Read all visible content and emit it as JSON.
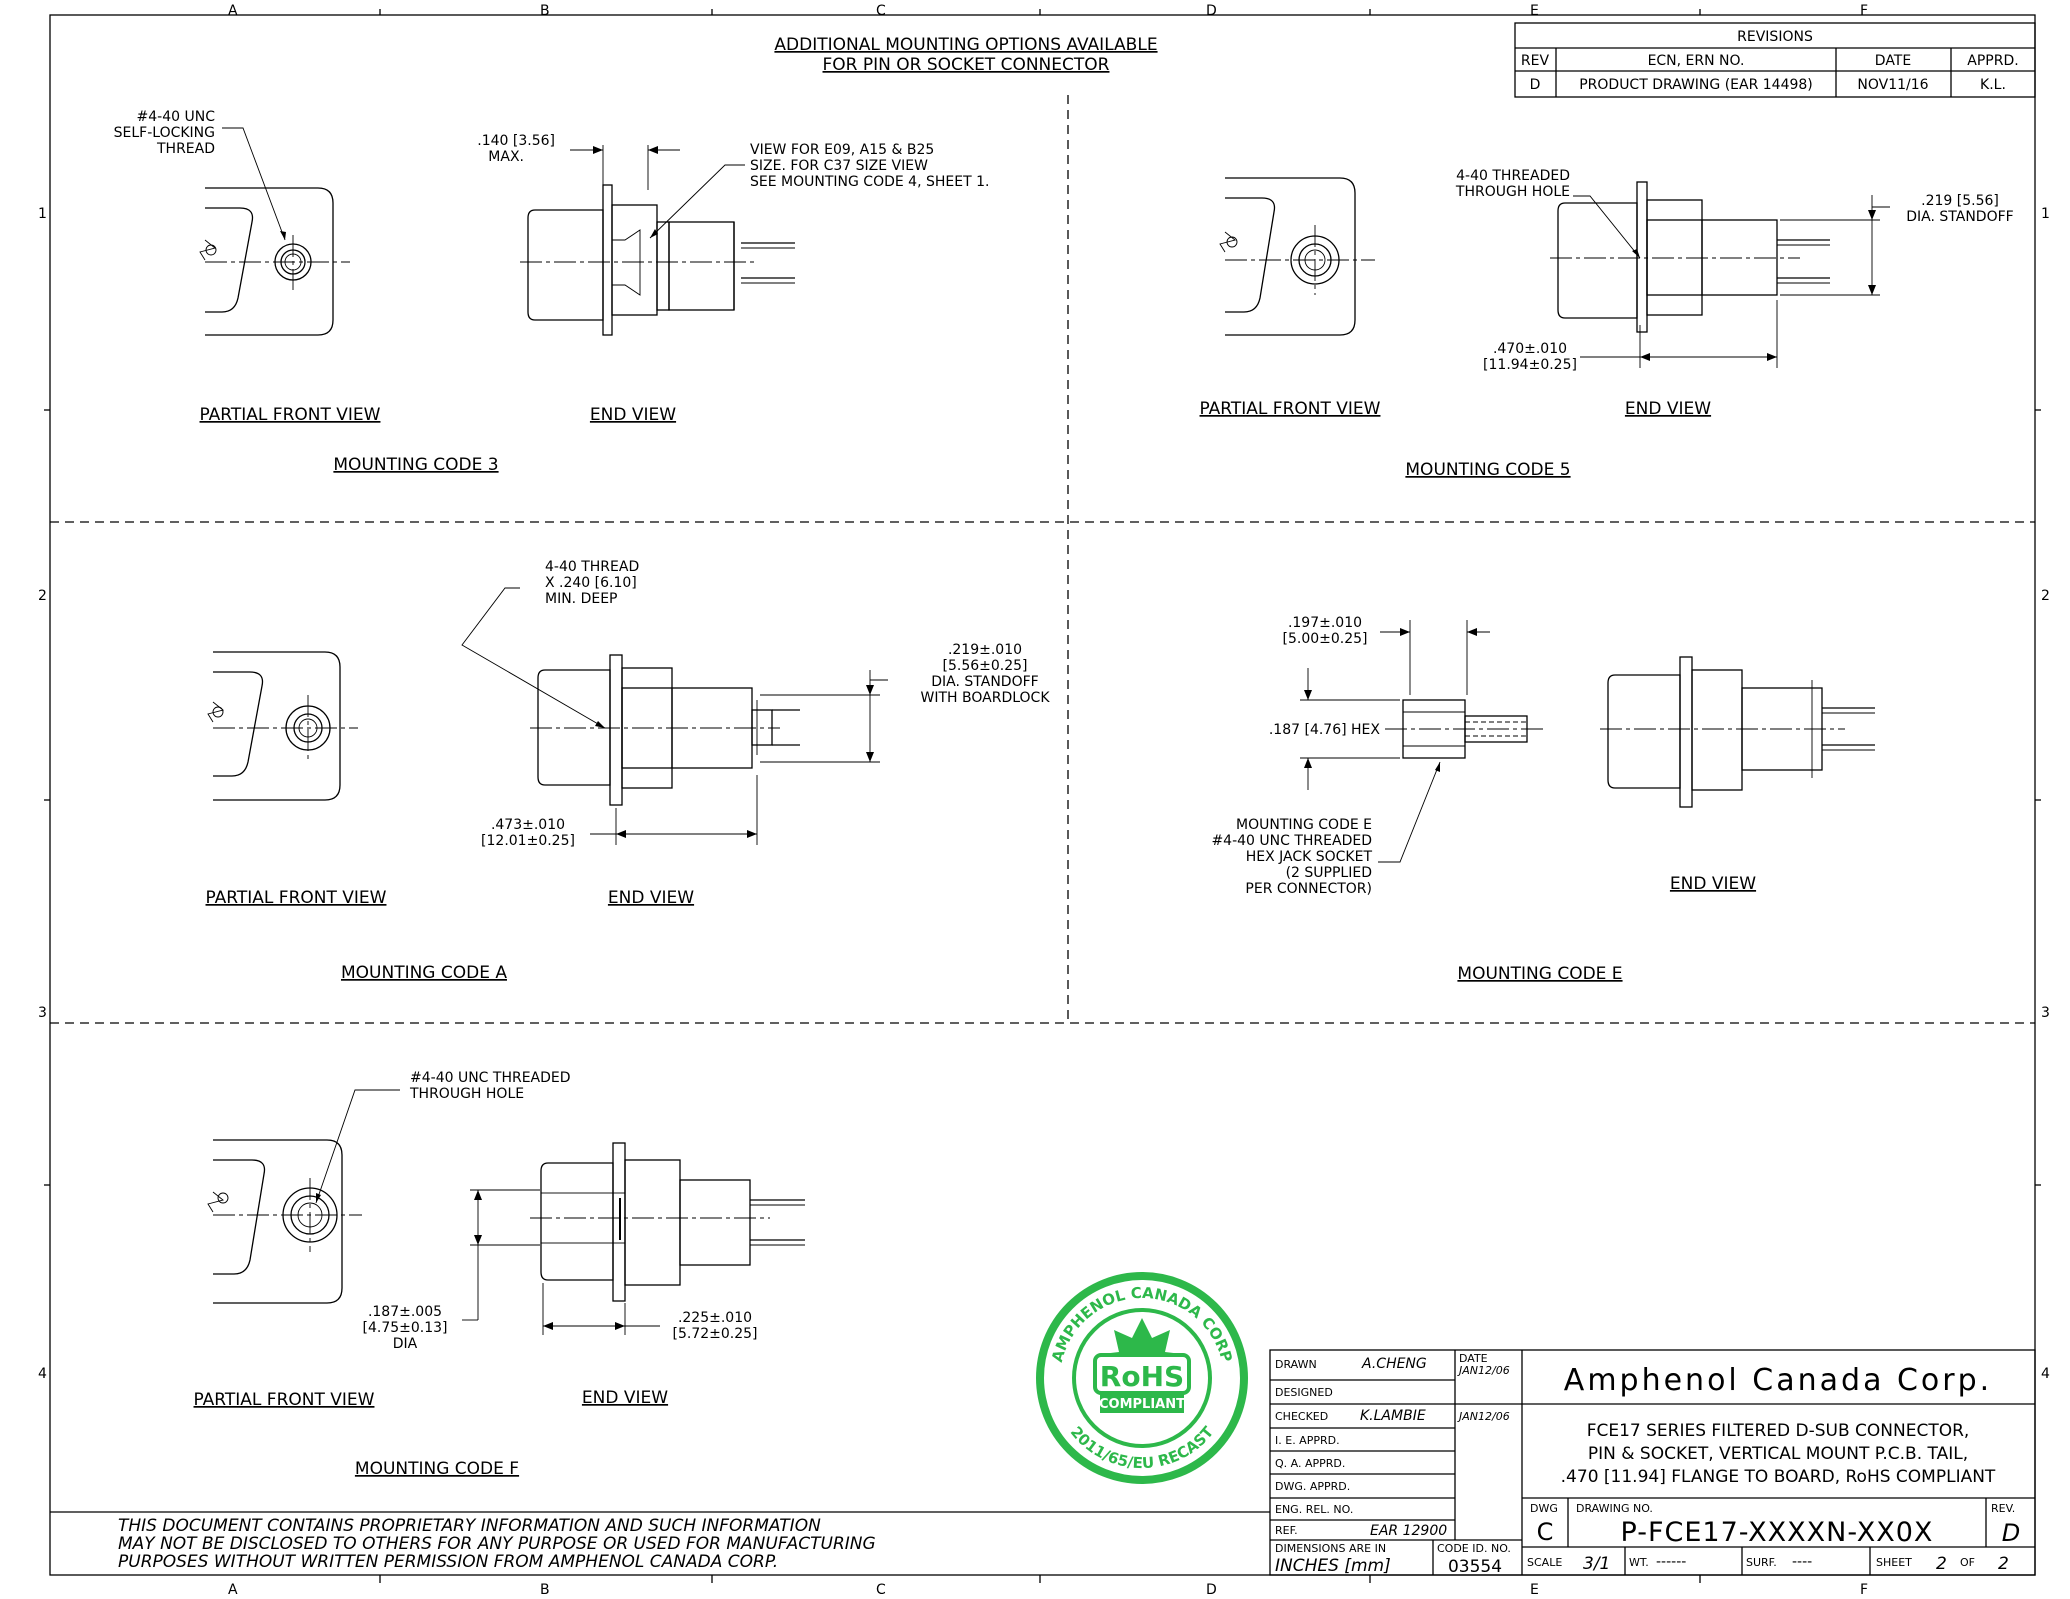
{
  "border": {
    "columns": [
      "A",
      "B",
      "C",
      "D",
      "E",
      "F"
    ],
    "rows": [
      "1",
      "2",
      "3",
      "4"
    ]
  },
  "header_note": [
    "ADDITIONAL MOUNTING OPTIONS AVAILABLE",
    "FOR PIN OR SOCKET CONNECTOR"
  ],
  "revisions": {
    "title": "REVISIONS",
    "headers": [
      "REV",
      "ECN, ERN NO.",
      "DATE",
      "APPRD."
    ],
    "rows": [
      {
        "rev": "D",
        "ecn": "PRODUCT DRAWING (EAR 14498)",
        "date": "NOV11/16",
        "apprd": "K.L."
      }
    ]
  },
  "views": {
    "code3": {
      "thread_note": [
        "#4-40 UNC",
        "SELF-LOCKING",
        "THREAD"
      ],
      "dim": [
        ".140 [3.56]",
        "MAX."
      ],
      "view_note": [
        "VIEW FOR E09, A15 & B25",
        "SIZE.  FOR C37 SIZE VIEW",
        "SEE MOUNTING CODE 4, SHEET 1."
      ],
      "front_label": "PARTIAL FRONT VIEW",
      "end_label": "END VIEW",
      "code_label": "MOUNTING CODE 3"
    },
    "code5": {
      "hole_note": [
        "4-40 THREADED",
        "THROUGH HOLE"
      ],
      "standoff": [
        ".219 [5.56]",
        "DIA. STANDOFF"
      ],
      "dim": [
        ".470±.010",
        "[11.94±0.25]"
      ],
      "front_label": "PARTIAL FRONT VIEW",
      "end_label": "END VIEW",
      "code_label": "MOUNTING CODE 5"
    },
    "codeA": {
      "thread_note": [
        "4-40 THREAD",
        "X .240 [6.10]",
        "MIN. DEEP"
      ],
      "standoff": [
        ".219±.010",
        "[5.56±0.25]",
        "DIA. STANDOFF",
        "WITH BOARDLOCK"
      ],
      "dim": [
        ".473±.010",
        "[12.01±0.25]"
      ],
      "front_label": "PARTIAL FRONT VIEW",
      "end_label": "END VIEW",
      "code_label": "MOUNTING CODE A"
    },
    "codeE": {
      "dim_top": [
        ".197±.010",
        "[5.00±0.25]"
      ],
      "hex": ".187 [4.76] HEX",
      "note": [
        "MOUNTING CODE E",
        "#4-40 UNC THREADED",
        "HEX JACK SOCKET",
        "(2 SUPPLIED",
        "PER CONNECTOR)"
      ],
      "end_label": "END VIEW",
      "code_label": "MOUNTING CODE E"
    },
    "codeF": {
      "hole_note": [
        "#4-40 UNC THREADED",
        "THROUGH HOLE"
      ],
      "dia": [
        ".187±.005",
        "[4.75±0.13]",
        "DIA"
      ],
      "dim": [
        ".225±.010",
        "[5.72±0.25]"
      ],
      "front_label": "PARTIAL FRONT VIEW",
      "end_label": "END VIEW",
      "code_label": "MOUNTING CODE F"
    }
  },
  "stamp": {
    "top_text": "AMPHENOL CANADA CORP",
    "center": "RoHS",
    "sub": "COMPLIANT",
    "bottom_text": "2011/65/EU RECAST",
    "color": "#2db84a"
  },
  "proprietary": [
    "THIS DOCUMENT CONTAINS PROPRIETARY INFORMATION AND SUCH INFORMATION",
    "MAY NOT BE DISCLOSED TO OTHERS FOR ANY PURPOSE OR USED FOR MANUFACTURING",
    "PURPOSES WITHOUT WRITTEN PERMISSION FROM AMPHENOL CANADA CORP."
  ],
  "title_block": {
    "drawn_label": "DRAWN",
    "drawn_by": "A.CHENG",
    "date_label": "DATE",
    "drawn_date": "JAN12/06",
    "designed_label": "DESIGNED",
    "checked_label": "CHECKED",
    "checked_by": "K.LAMBIE",
    "checked_date": "JAN12/06",
    "ie_label": "I. E. APPRD.",
    "qa_label": "Q. A. APPRD.",
    "dwg_apprd_label": "DWG. APPRD.",
    "eng_label": "ENG. REL. NO.",
    "ref_label": "REF.",
    "ref_value": "EAR 12900",
    "dims_label": "DIMENSIONS ARE IN",
    "dims_value": "INCHES [mm]",
    "code_id_label": "CODE ID. NO.",
    "code_id_value": "03554",
    "company": "Amphenol Canada Corp.",
    "description": [
      "FCE17 SERIES FILTERED D-SUB CONNECTOR,",
      "PIN & SOCKET, VERTICAL MOUNT P.C.B. TAIL,",
      ".470 [11.94] FLANGE TO BOARD, RoHS COMPLIANT"
    ],
    "dwg_label": "DWG",
    "dwg_size": "C",
    "drawing_no_label": "DRAWING NO.",
    "drawing_no": "P-FCE17-XXXXN-XX0X",
    "rev_label": "REV.",
    "rev": "D",
    "scale_label": "SCALE",
    "scale": "3/1",
    "wt_label": "WT.",
    "wt": "------",
    "surf_label": "SURF.",
    "surf": "----",
    "sheet_label": "SHEET",
    "sheet_no": "2",
    "of_label": "OF",
    "sheet_total": "2"
  }
}
